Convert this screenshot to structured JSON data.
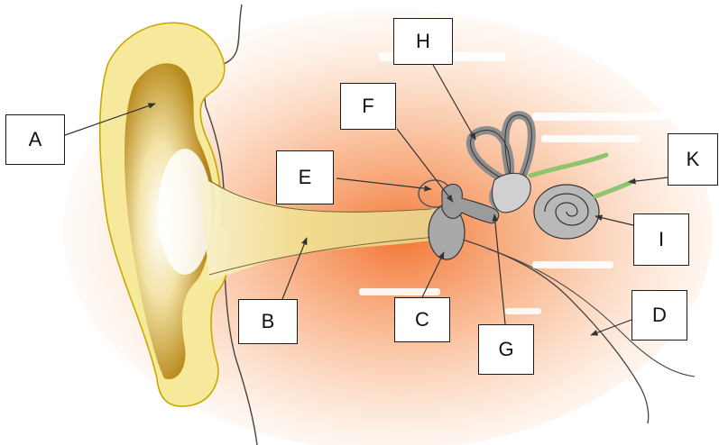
{
  "diagram": {
    "subject": "ear-anatomy",
    "labels": [
      "A",
      "B",
      "C",
      "D",
      "E",
      "F",
      "G",
      "H",
      "I",
      "K"
    ],
    "colors": {
      "background_glow": "#f47a3a",
      "auricle_yellow": "#f6e79a",
      "auricle_outline": "#c9a800",
      "concha_brown": "#9a6a10",
      "ear_canal": "#f3e3a0",
      "ossicle_gray": "#9b9b9b",
      "cochlea_gray": "#b5b5b5",
      "nerve_green": "#9bcf7a",
      "outline": "#333333"
    }
  }
}
